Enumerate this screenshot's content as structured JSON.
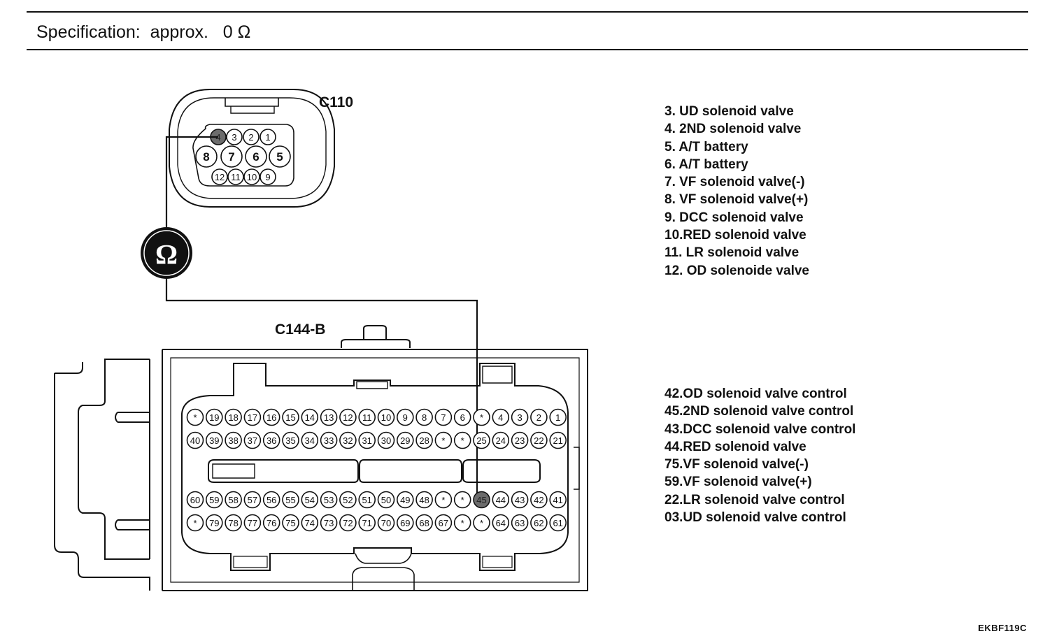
{
  "header": {
    "specification": "Specification:  approx.   0 Ω"
  },
  "c110": {
    "label": "C110",
    "pins": [
      "4",
      "3",
      "2",
      "1",
      "8",
      "7",
      "6",
      "5",
      "12",
      "11",
      "10",
      "9"
    ],
    "probe_pin": "4"
  },
  "c144": {
    "label": "C144-B",
    "rows": [
      [
        "*",
        "19",
        "18",
        "17",
        "16",
        "15",
        "14",
        "13",
        "12",
        "11",
        "10",
        "9",
        "8",
        "7",
        "6",
        "*",
        "4",
        "3",
        "2",
        "1"
      ],
      [
        "40",
        "39",
        "38",
        "37",
        "36",
        "35",
        "34",
        "33",
        "32",
        "31",
        "30",
        "29",
        "28",
        "*",
        "*",
        "25",
        "24",
        "23",
        "22",
        "21"
      ],
      [
        "60",
        "59",
        "58",
        "57",
        "56",
        "55",
        "54",
        "53",
        "52",
        "51",
        "50",
        "49",
        "48",
        "*",
        "*",
        "45",
        "44",
        "43",
        "42",
        "41"
      ],
      [
        "*",
        "79",
        "78",
        "77",
        "76",
        "75",
        "74",
        "73",
        "72",
        "71",
        "70",
        "69",
        "68",
        "67",
        "*",
        "*",
        "64",
        "63",
        "62",
        "61"
      ]
    ],
    "probe_pin": "45"
  },
  "meter": {
    "symbol": "Ω"
  },
  "legend_c110": [
    "3. UD solenoid valve",
    "4. 2ND solenoid valve",
    "5. A/T battery",
    "6. A/T battery",
    "7. VF solenoid valve(-)",
    "8. VF solenoid valve(+)",
    "9. DCC solenoid valve",
    "10.RED solenoid valve",
    "11. LR solenoid valve",
    "12. OD solenoide valve"
  ],
  "legend_c144": [
    "42.OD solenoid valve control",
    "45.2ND solenoid valve control",
    "43.DCC solenoid valve control",
    "44.RED solenoid valve",
    "75.VF solenoid valve(-)",
    "59.VF solenoid valve(+)",
    "22.LR solenoid valve control",
    "03.UD solenoid valve control"
  ],
  "figure_code": "EKBF119C"
}
